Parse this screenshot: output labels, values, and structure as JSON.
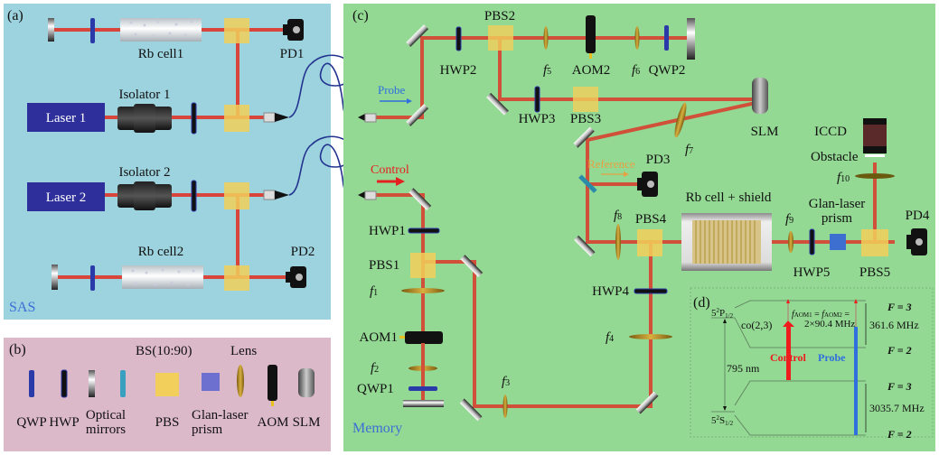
{
  "panels": {
    "a": {
      "tag": "(a)",
      "section_label": "SAS",
      "background": "#9dd3df",
      "labels": {
        "rb_cell1": "Rb cell1",
        "rb_cell2": "Rb cell2",
        "pd1": "PD1",
        "pd2": "PD2",
        "laser1": "Laser 1",
        "laser2": "Laser 2",
        "isolator1": "Isolator 1",
        "isolator2": "Isolator 2"
      }
    },
    "b": {
      "tag": "(b)",
      "background": "#dcb9c9",
      "top_labels": {
        "bs": "BS(10:90)",
        "lens": "Lens"
      },
      "legend": [
        {
          "icon": "qwp-icon",
          "label": "QWP"
        },
        {
          "icon": "hwp-icon",
          "label": "HWP"
        },
        {
          "icon": "mirror-icon",
          "label": "Optical",
          "label2": "mirrors"
        },
        {
          "icon": "beam-splitter-icon",
          "label": ""
        },
        {
          "icon": "pbs-icon",
          "label": "PBS"
        },
        {
          "icon": "glan-prism-icon",
          "label": "Glan-laser",
          "label2": "prism"
        },
        {
          "icon": "lens-icon",
          "label": ""
        },
        {
          "icon": "aom-icon",
          "label": "AOM"
        },
        {
          "icon": "slm-icon",
          "label": "SLM"
        }
      ]
    },
    "c": {
      "tag": "(c)",
      "section_label": "Memory",
      "background": "#93d893",
      "labels": {
        "probe": "Probe",
        "control": "Control",
        "reference": "Reference",
        "hwp1": "HWP1",
        "hwp2": "HWP2",
        "hwp3": "HWP3",
        "hwp4": "HWP4",
        "hwp5": "HWP5",
        "pbs1": "PBS1",
        "pbs2": "PBS2",
        "pbs3": "PBS3",
        "pbs4": "PBS4",
        "pbs5": "PBS5",
        "qwp1": "QWP1",
        "qwp2": "QWP2",
        "aom1": "AOM1",
        "aom2": "AOM2",
        "pd3": "PD3",
        "pd4": "PD4",
        "slm": "SLM",
        "iccd": "ICCD",
        "obstacle": "Obstacle",
        "rb_cell_shield": "Rb cell + shield",
        "glan1": "Glan-laser",
        "glan2": "prism",
        "f1": "1",
        "f2": "2",
        "f3": "3",
        "f4": "4",
        "f5": "5",
        "f6": "6",
        "f7": "7",
        "f8": "8",
        "f9": "9",
        "f10": "10",
        "f": "f"
      }
    },
    "d": {
      "tag": "(d)",
      "excited_state": "5²P₁/₂",
      "ground_state": "5²S₁/₂",
      "excited_main": "5",
      "sup": "2",
      "p_letter": "P",
      "s_letter": "S",
      "sub": "1/2",
      "co": "co(2,3)",
      "wavelength": "795 nm",
      "aom_eq1": "f",
      "aom_sub1": "AOM1",
      "aom_eq_mid": " = ",
      "aom_sub2": "AOM2",
      "aom_eq_end": " =",
      "aom_value": "2×90.4 MHz",
      "excited_split": "361.6 MHz",
      "ground_split": "3035.7 MHz",
      "f3_top": "F = 3",
      "f2_top": "F = 2",
      "f3_bottom": "F = 3",
      "f2_bottom": "F = 2",
      "control": "Control",
      "probe": "Probe",
      "colors": {
        "control": "#ee1c1c",
        "probe": "#2f6fe0"
      }
    }
  },
  "colors": {
    "beam": "#d8453a",
    "pbs": "#f2cf5b",
    "fiber": "#23338f",
    "laser_box": "#2e2f9a",
    "probe_text": "#2f6fe0",
    "control_text": "#e52020",
    "reference_text": "#e8a040",
    "section_text": "#3b6fd6"
  }
}
